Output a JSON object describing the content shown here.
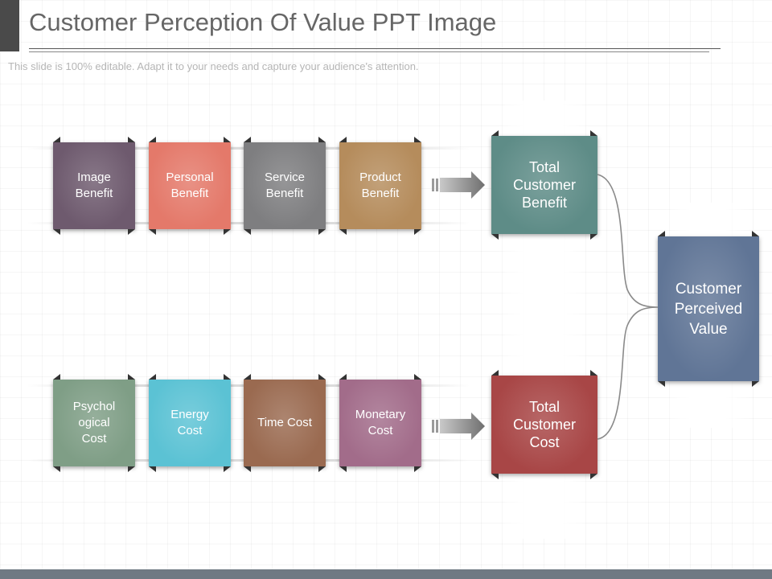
{
  "slide": {
    "title": "Customer Perception Of Value PPT Image",
    "subtitle": "This slide is 100% editable. Adapt it to your needs and capture your audience's attention."
  },
  "benefits": [
    {
      "label": "Image\nBenefit",
      "color": "#6e5a6e"
    },
    {
      "label": "Personal\nBenefit",
      "color": "#e4796a"
    },
    {
      "label": "Service\nBenefit",
      "color": "#7e7e80"
    },
    {
      "label": "Product\nBenefit",
      "color": "#b58c5c"
    }
  ],
  "costs": [
    {
      "label": "Psychol\nogical\nCost",
      "color": "#7f9e86"
    },
    {
      "label": "Energy\nCost",
      "color": "#5bc2d4"
    },
    {
      "label": "Time  Cost",
      "color": "#9a6a50"
    },
    {
      "label": "Monetary\nCost",
      "color": "#a26c8a"
    }
  ],
  "totals": {
    "benefit": {
      "label": "Total\nCustomer\nBenefit",
      "color": "#5e8c87"
    },
    "cost": {
      "label": "Total\nCustomer\nCost",
      "color": "#a84646"
    }
  },
  "result": {
    "label": "Customer\nPerceived\nValue",
    "color": "#607596"
  },
  "colors": {
    "arrow": "#7b7b7b",
    "connector": "#8a8a8a",
    "tab": "#333333"
  }
}
